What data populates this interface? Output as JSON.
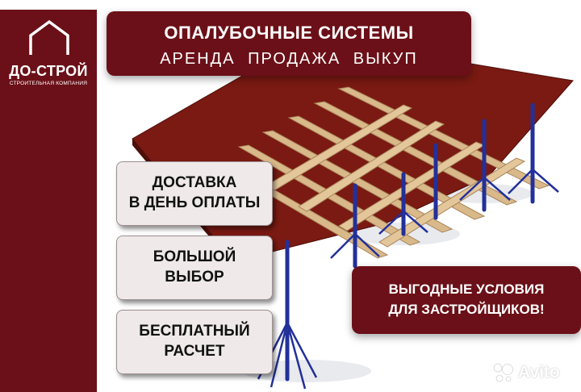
{
  "brand": {
    "name": "ДО-СТРОЙ",
    "tagline": "СТРОИТЕЛЬНАЯ КОМПАНИЯ"
  },
  "header": {
    "line1": "ОПАЛУБОЧНЫЕ СИСТЕМЫ",
    "line2": "АРЕНДА ПРОДАЖА ВЫКУП"
  },
  "features": [
    {
      "line1": "ДОСТАВКА",
      "line2": "В ДЕНЬ ОПЛАТЫ"
    },
    {
      "line1": "БОЛЬШОЙ",
      "line2": "ВЫБОР"
    },
    {
      "line1": "БЕСПЛАТНЫЙ",
      "line2": "РАСЧЕТ"
    }
  ],
  "promo": {
    "line1": "ВЫГОДНЫЕ УСЛОВИЯ",
    "line2": "ДЛЯ ЗАСТРОЙЩИКОВ!"
  },
  "watermark": {
    "text": "Avito"
  },
  "colors": {
    "brand_red": "#6b1018",
    "panel_bg": "#efe9e9",
    "timber": "#d9b98a",
    "steel_blue": "#23309a",
    "deck_red": "#7a1a12"
  }
}
